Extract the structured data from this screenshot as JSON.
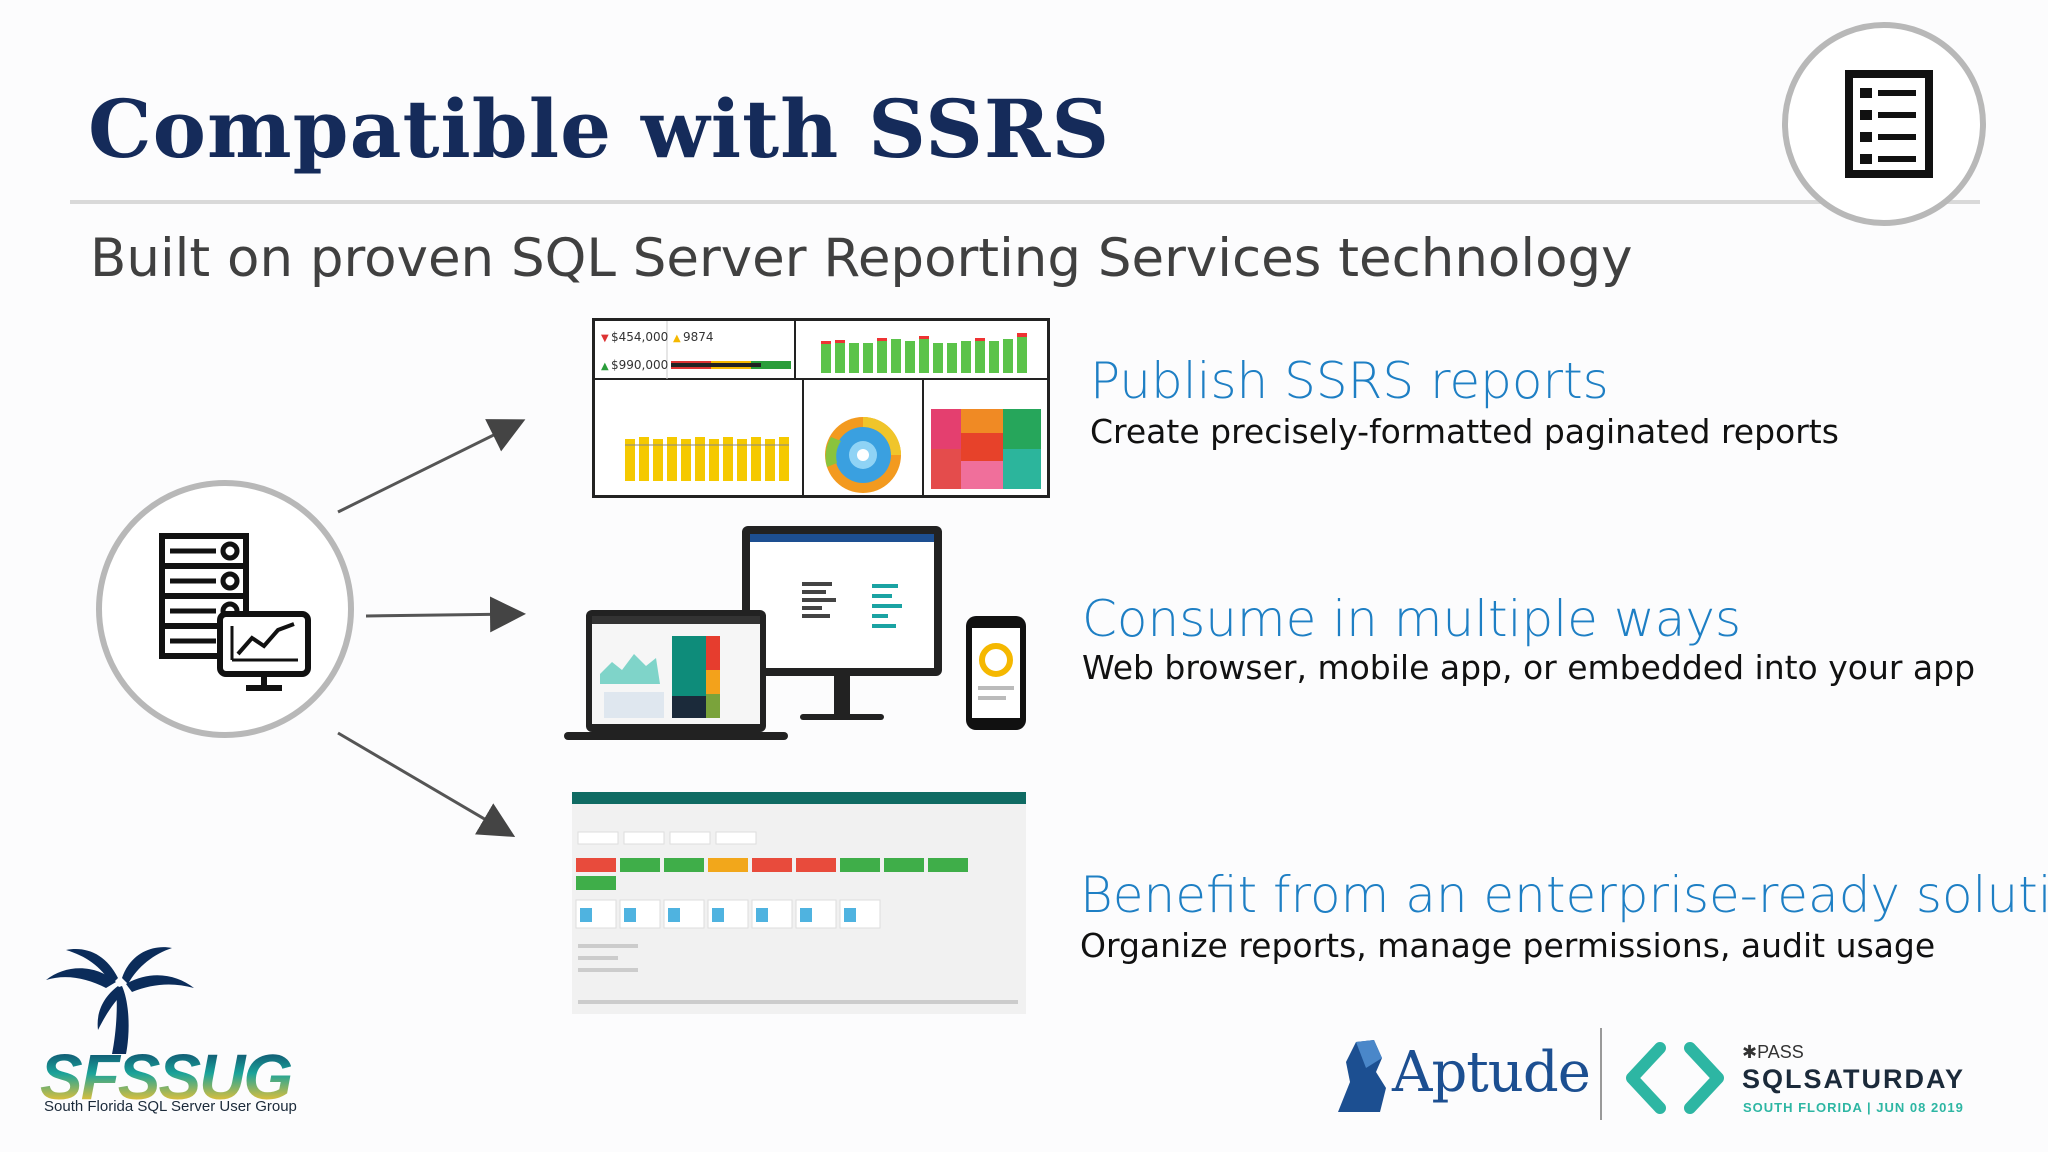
{
  "slide": {
    "title": "Compatible with SSRS",
    "subtitle": "Built on proven SQL Server Reporting Services technology"
  },
  "features": [
    {
      "title": "Publish SSRS reports",
      "desc": "Create precisely-formatted paginated reports"
    },
    {
      "title": "Consume in multiple ways",
      "desc": "Web browser, mobile app, or embedded into your app"
    },
    {
      "title": "Benefit from an enterprise-ready solution",
      "desc": "Organize reports, manage permissions, audit usage"
    }
  ],
  "report_card": {
    "kpi1": "$454,000",
    "kpi2": "9874",
    "kpi3": "$990,000"
  },
  "logos": {
    "sfssug_main": "SFSSUG",
    "sfssug_sub": "South Florida SQL Server User Group",
    "aptude": "Aptude",
    "pass": "PASS",
    "sqlsaturday": "SQLSATURDAY",
    "sqlsat_sub": "SOUTH FLORIDA | JUN 08 2019"
  },
  "icons": {
    "report_icon": "report-list-icon",
    "server_icon": "server-chart-icon"
  },
  "colors": {
    "title": "#152b5a",
    "accent": "#1e7fc4",
    "teal": "#2db6a3"
  }
}
